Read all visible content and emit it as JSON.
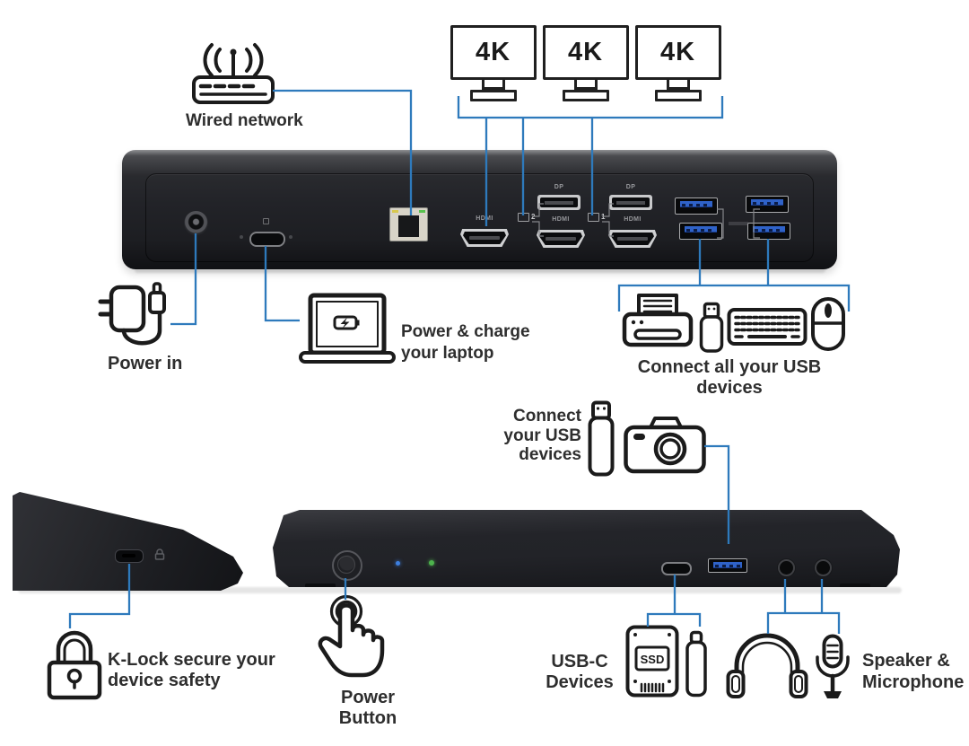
{
  "colors": {
    "accent": "#2e7abc",
    "usb_blue": "#2f62c8"
  },
  "top": {
    "wired_network_label": "Wired network",
    "monitors": [
      {
        "label": "4K"
      },
      {
        "label": "4K"
      },
      {
        "label": "4K"
      }
    ]
  },
  "rear_ports": {
    "hdmi_label": "HDMI",
    "dp_label": "DP",
    "display1": "1",
    "display2": "2"
  },
  "callouts": {
    "power_in": "Power in",
    "power_charge": [
      "Power & charge",
      "your laptop"
    ],
    "usb_rear": "Connect all your USB devices",
    "usb_front": [
      "Connect",
      "your USB",
      "devices"
    ],
    "klock": [
      "K-Lock secure your",
      "device safety"
    ],
    "power_button": "Power Button",
    "usbc_devices": [
      "USB-C",
      "Devices"
    ],
    "audio": [
      "Speaker &",
      "Microphone"
    ],
    "ssd": "SSD"
  }
}
